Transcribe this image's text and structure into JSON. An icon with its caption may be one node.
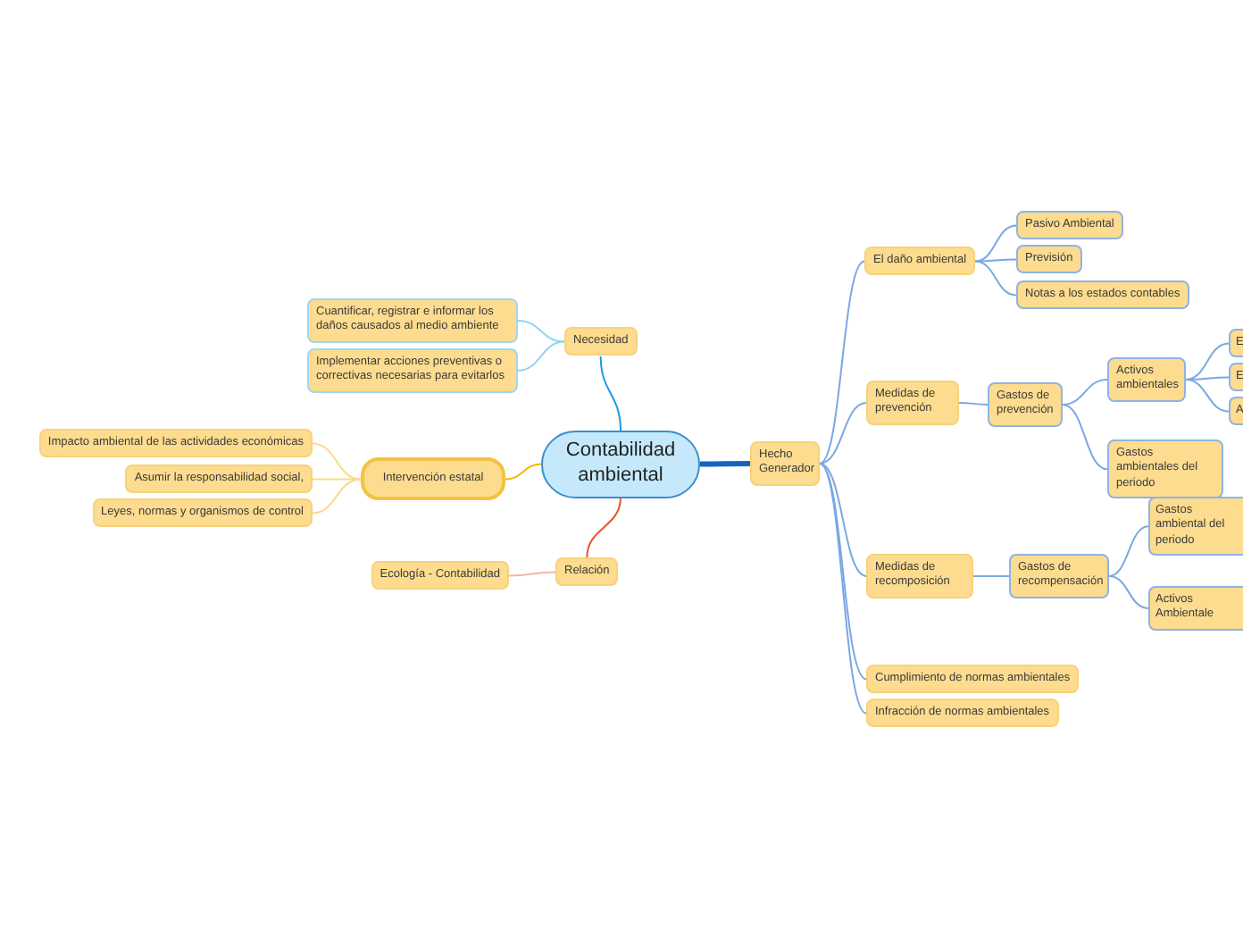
{
  "diagram": {
    "nodes": [
      {
        "text": [
          "Contabilidad ambiental"
        ]
      },
      {
        "text": [
          "Necesidad"
        ]
      },
      {
        "text": [
          "Cuantificar, registrar e informar los daños causados al medio ambiente"
        ]
      },
      {
        "text": [
          "Implementar acciones preventivas o correctivas necesarias para evitarlos"
        ]
      },
      {
        "text": [
          "Intervención estatal"
        ]
      },
      {
        "text": [
          "Impacto ambiental de las actividades económicas"
        ]
      },
      {
        "text": [
          "Asumir la responsabilidad social,"
        ]
      },
      {
        "text": [
          "Leyes, normas y organismos de control"
        ]
      },
      {
        "text": [
          "Relación"
        ]
      },
      {
        "text": [
          "Ecología - Contabilidad"
        ]
      },
      {
        "text": [
          "Hecho Generador"
        ]
      },
      {
        "text": [
          "El daño ambiental"
        ]
      },
      {
        "text": [
          "Pasivo Ambiental"
        ]
      },
      {
        "text": [
          "Previsión"
        ]
      },
      {
        "text": [
          "Notas a los estados contables"
        ]
      },
      {
        "text": [
          "Medidas de prevención"
        ]
      },
      {
        "text": [
          "Gastos de prevención"
        ]
      },
      {
        "text": [
          "Activos ambientales"
        ]
      },
      {
        "text": [
          "E"
        ]
      },
      {
        "text": [
          "E"
        ]
      },
      {
        "text": [
          "A"
        ]
      },
      {
        "text": [
          "Gastos ambientales del periodo"
        ]
      },
      {
        "text": [
          "Medidas de recomposición"
        ]
      },
      {
        "text": [
          "Gastos de recompensación"
        ]
      },
      {
        "text": [
          "Gastos ambiental del periodo"
        ]
      },
      {
        "text": [
          "Activos Ambientale"
        ]
      },
      {
        "text": [
          "Cumplimiento de normas ambientales"
        ]
      },
      {
        "text": [
          "Infracción de normas ambientales"
        ]
      }
    ],
    "edges": [
      {
        "from": 0,
        "to": 1,
        "arrow": "none",
        "color": "#1e9ae0"
      },
      {
        "from": 1,
        "to": 2,
        "arrow": "none",
        "color": "#8fd4f2"
      },
      {
        "from": 1,
        "to": 3,
        "arrow": "none",
        "color": "#8fd4f2"
      },
      {
        "from": 0,
        "to": 4,
        "arrow": "none",
        "color": "#f2b705"
      },
      {
        "from": 4,
        "to": 5,
        "arrow": "none",
        "color": "#fcd98a"
      },
      {
        "from": 4,
        "to": 6,
        "arrow": "none",
        "color": "#fcd98a"
      },
      {
        "from": 4,
        "to": 7,
        "arrow": "none",
        "color": "#fcd98a"
      },
      {
        "from": 0,
        "to": 8,
        "arrow": "none",
        "color": "#e8532b"
      },
      {
        "from": 8,
        "to": 9,
        "arrow": "none",
        "color": "#f5b5a8"
      },
      {
        "from": 0,
        "to": 10,
        "arrow": "none",
        "color": "#1565c0",
        "style": "thick"
      },
      {
        "from": 10,
        "to": 11,
        "arrow": "none"
      },
      {
        "from": 11,
        "to": 12,
        "arrow": "none"
      },
      {
        "from": 11,
        "to": 13,
        "arrow": "none"
      },
      {
        "from": 11,
        "to": 14,
        "arrow": "none"
      },
      {
        "from": 10,
        "to": 15,
        "arrow": "none"
      },
      {
        "from": 15,
        "to": 16,
        "arrow": "none"
      },
      {
        "from": 16,
        "to": 17,
        "arrow": "none"
      },
      {
        "from": 17,
        "to": 18,
        "arrow": "none"
      },
      {
        "from": 17,
        "to": 19,
        "arrow": "none"
      },
      {
        "from": 17,
        "to": 20,
        "arrow": "none"
      },
      {
        "from": 16,
        "to": 21,
        "arrow": "none"
      },
      {
        "from": 10,
        "to": 22,
        "arrow": "none"
      },
      {
        "from": 22,
        "to": 23,
        "arrow": "none"
      },
      {
        "from": 23,
        "to": 24,
        "arrow": "none"
      },
      {
        "from": 23,
        "to": 25,
        "arrow": "none"
      },
      {
        "from": 10,
        "to": 26,
        "arrow": "none"
      },
      {
        "from": 10,
        "to": 27,
        "arrow": "none"
      }
    ]
  }
}
